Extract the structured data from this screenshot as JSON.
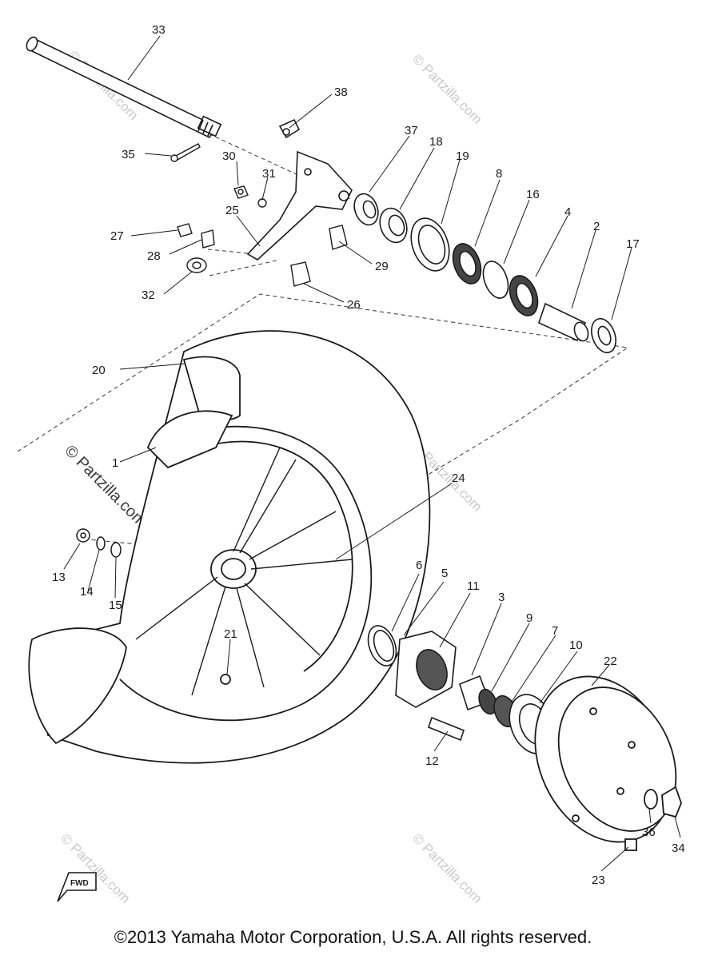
{
  "callouts": [
    "1",
    "2",
    "3",
    "4",
    "5",
    "6",
    "7",
    "8",
    "9",
    "10",
    "11",
    "12",
    "13",
    "14",
    "15",
    "16",
    "17",
    "18",
    "19",
    "20",
    "21",
    "22",
    "23",
    "24",
    "25",
    "26",
    "27",
    "28",
    "29",
    "30",
    "31",
    "32",
    "33",
    "34",
    "35",
    "36",
    "37",
    "38"
  ],
  "watermark": {
    "text": "© Partzilla.com",
    "color": "#c9c9c9"
  },
  "fwd_label": "FWD",
  "copyright": "©2013  Yamaha Motor Corporation, U.S.A. All rights reserved."
}
